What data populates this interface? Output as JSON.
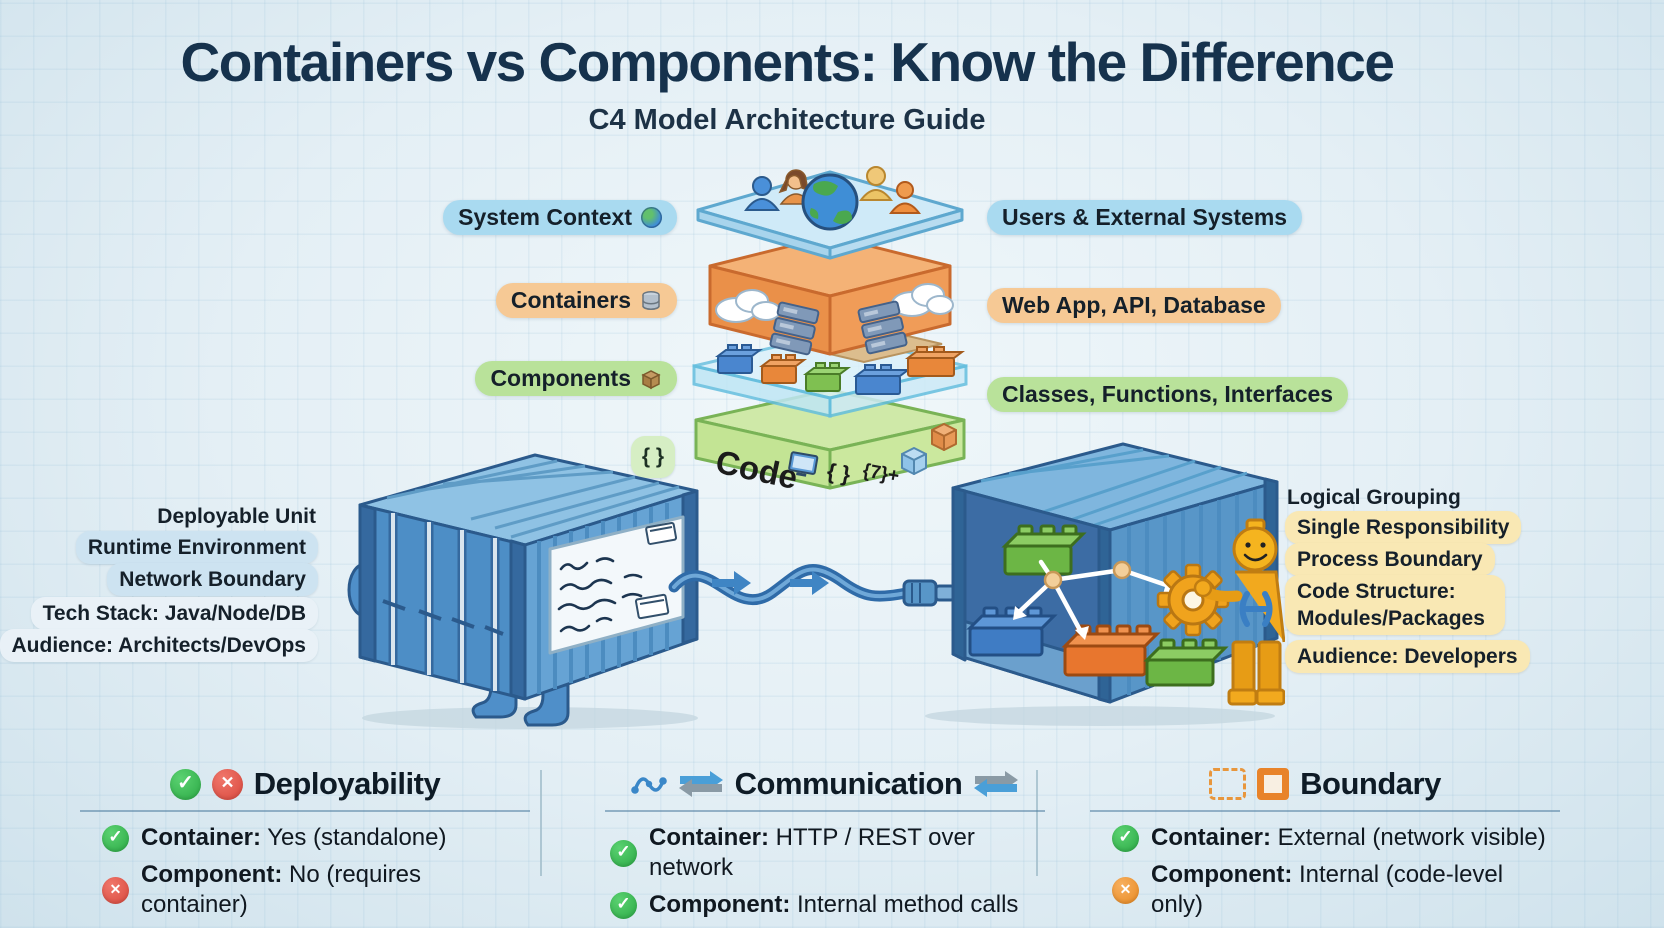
{
  "header": {
    "title": "Containers vs Components: Know the Difference",
    "subtitle": "C4 Model Architecture Guide"
  },
  "stack": {
    "left_labels": [
      {
        "text": "System Context",
        "icon": "globe-icon"
      },
      {
        "text": "Containers",
        "icon": "database-icon"
      },
      {
        "text": "Components",
        "icon": "package-icon"
      },
      {
        "text": "{ }",
        "icon": "braces-badge"
      }
    ],
    "right_labels": [
      {
        "text": "Users & External Systems"
      },
      {
        "text": "Web App, API, Database"
      },
      {
        "text": "Classes, Functions, Interfaces"
      }
    ],
    "code_layer_label": "Code",
    "code_glyphs": [
      "{ }",
      "{7}+"
    ]
  },
  "container_side": {
    "labels": [
      "Deployable Unit",
      "Runtime Environment",
      "Network Boundary",
      "Tech Stack: Java/Node/DB",
      "Audience: Architects/DevOps"
    ]
  },
  "component_side": {
    "labels": [
      "Logical Grouping",
      "Single Responsibility",
      "Process Boundary",
      "Code Structure: Modules/Packages",
      "Audience: Developers"
    ]
  },
  "comparison": {
    "columns": [
      {
        "title": "Deployability",
        "header_icons": [
          "check-circle-icon",
          "x-circle-red-icon"
        ],
        "rows": [
          {
            "icon": "check-circle-icon",
            "term": "Container:",
            "desc": "Yes (standalone)"
          },
          {
            "icon": "x-circle-red-icon",
            "term": "Component:",
            "desc": "No (requires container)"
          }
        ]
      },
      {
        "title": "Communication",
        "header_icons": [
          "activity-icon",
          "swap-arrows-icon",
          "swap-arrows-icon"
        ],
        "rows": [
          {
            "icon": "check-circle-icon",
            "term": "Container:",
            "desc": "HTTP / REST over network"
          },
          {
            "icon": "check-circle-icon",
            "term": "Component:",
            "desc": "Internal method calls"
          }
        ]
      },
      {
        "title": "Boundary",
        "header_icons": [
          "dashed-square-icon",
          "solid-square-icon"
        ],
        "rows": [
          {
            "icon": "check-circle-icon",
            "term": "Container:",
            "desc": "External (network visible)"
          },
          {
            "icon": "x-circle-orange-icon",
            "term": "Component:",
            "desc": "Internal (code-level only)"
          }
        ]
      }
    ]
  },
  "colors": {
    "title_navy": "#16324d",
    "pill_blue": "#a9daf0",
    "pill_orange": "#f6c995",
    "pill_green": "#b9e29a",
    "pill_cream": "#f9e8b4",
    "pill_light_blue": "#cde3f1",
    "check_green": "#31b24b",
    "x_red": "#e74c40",
    "x_orange": "#f0932c",
    "boundary_orange": "#e8832a",
    "container_blue": "#4d8ec6",
    "code_green": "#c9e89a"
  }
}
